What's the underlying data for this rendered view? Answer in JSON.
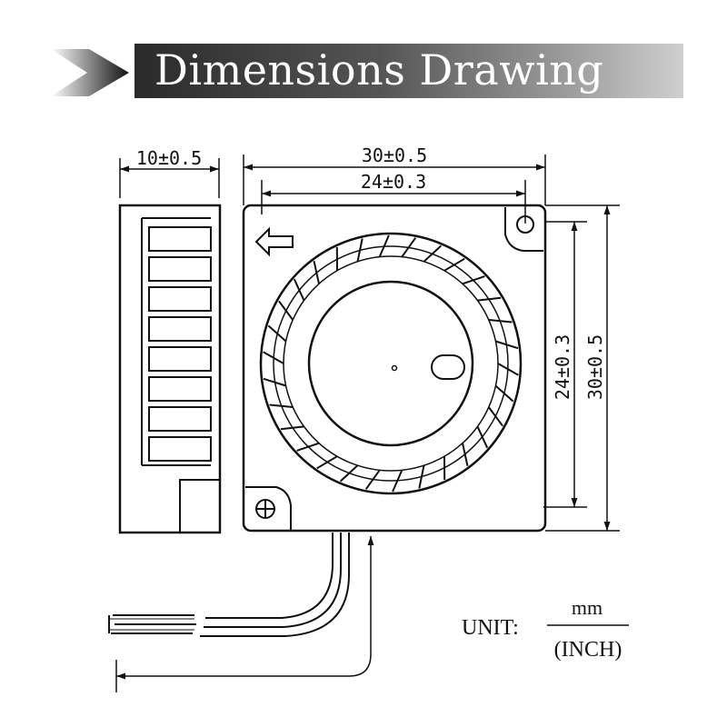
{
  "header": {
    "title": "Dimensions Drawing"
  },
  "dimensions": {
    "side_thickness": "10±0.5",
    "outer_width": "30±0.5",
    "hole_spacing_width": "24±0.3",
    "hole_spacing_height": "24±0.3",
    "outer_height": "30±0.5"
  },
  "unit": {
    "label": "UNIT:",
    "numerator": "mm",
    "denominator": "(INCH)"
  }
}
